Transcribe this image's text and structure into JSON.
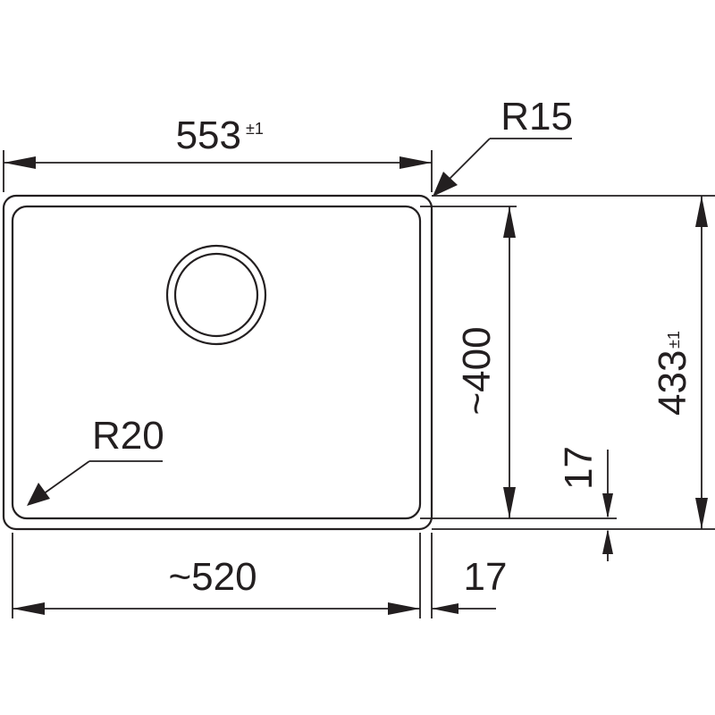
{
  "dimensions": {
    "overall_width": {
      "value": "553",
      "tolerance": "±1"
    },
    "overall_depth": {
      "value": "433",
      "tolerance": "±1"
    },
    "bowl_width": {
      "value": "~520"
    },
    "bowl_depth": {
      "value": "~400"
    },
    "rim_side": {
      "value": "17"
    },
    "rim_bottom": {
      "value": "17"
    },
    "outer_radius": {
      "value": "R15"
    },
    "inner_radius": {
      "value": "R20"
    }
  },
  "colors": {
    "line": "#231f20",
    "background": "#ffffff"
  }
}
